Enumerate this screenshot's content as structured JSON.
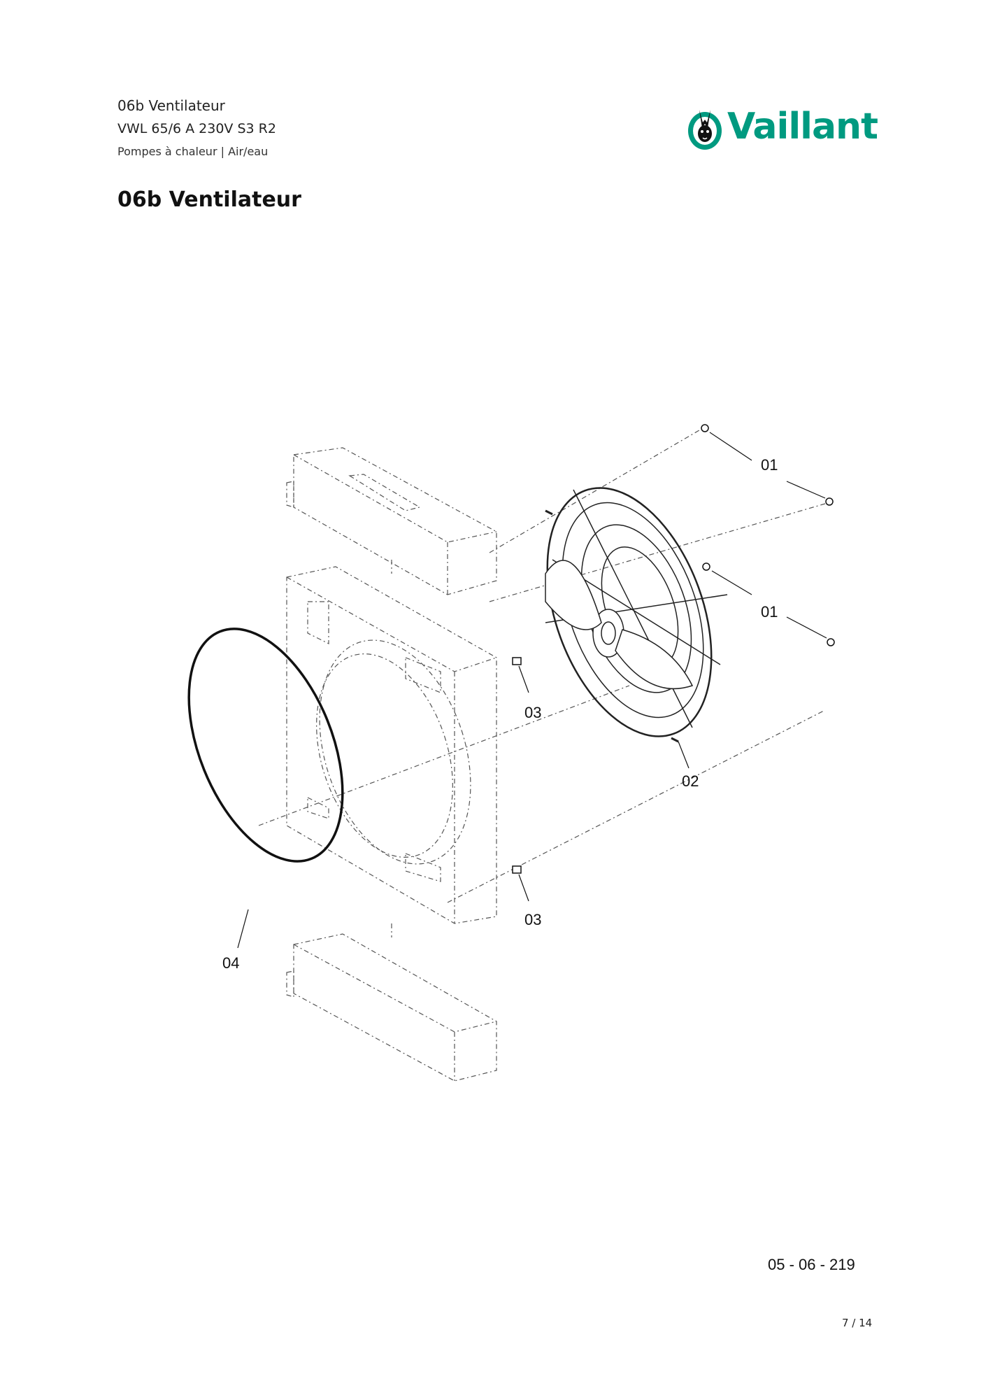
{
  "header": {
    "section": "06b Ventilateur",
    "model": "VWL 65/6 A 230V S3 R2",
    "category": "Pompes à chaleur | Air/eau"
  },
  "title": "06b Ventilateur",
  "logo": {
    "text": "Vaillant",
    "brand_color": "#009a80"
  },
  "callouts": {
    "c01a": "01",
    "c01b": "01",
    "c02": "02",
    "c03a": "03",
    "c03b": "03",
    "c04": "04"
  },
  "doc_code": "05 - 06 - 219",
  "page_number": "7 / 14"
}
